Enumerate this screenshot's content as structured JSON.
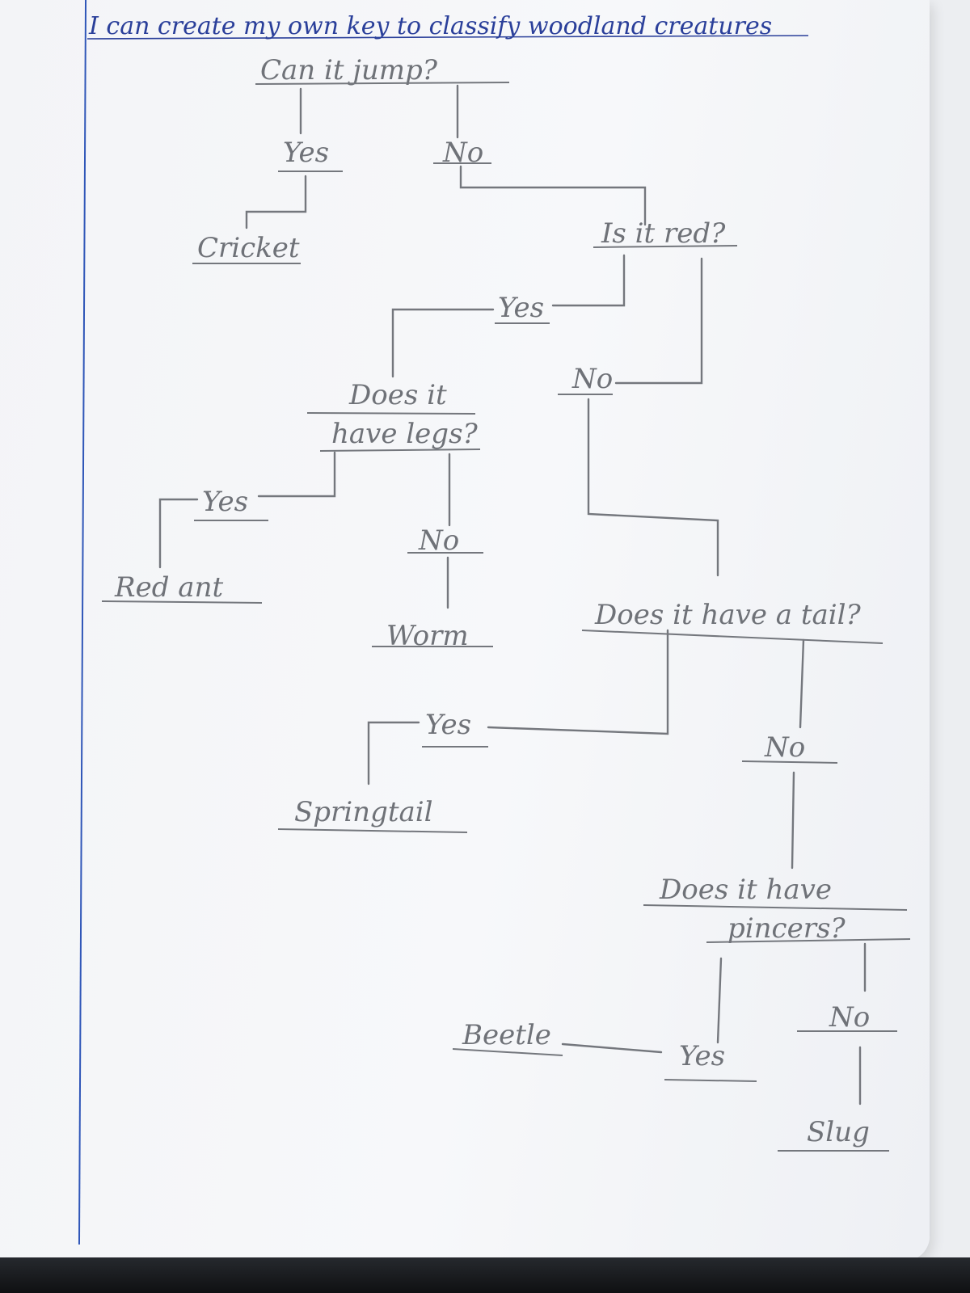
{
  "page": {
    "title": "I can create my own key to classify woodland creatures"
  },
  "colors": {
    "paper": "#f3f4f7",
    "pencil": "#74777d",
    "ink": "#2a3f9a",
    "margin": "#2f56b8"
  },
  "key": {
    "q1": "Can it jump?",
    "q1_yes": "Yes",
    "q1_no": "No",
    "cricket": "Cricket",
    "q2": "Is it red?",
    "q2_yes": "Yes",
    "q2_no": "No",
    "q3_line1": "Does it",
    "q3_line2": "have legs?",
    "q3_yes": "Yes",
    "q3_no": "No",
    "red_ant": "Red ant",
    "worm": "Worm",
    "q4": "Does it have a tail?",
    "q4_yes": "Yes",
    "q4_no": "No",
    "springtail": "Springtail",
    "q5_line1": "Does it have",
    "q5_line2": "pincers?",
    "q5_yes": "Yes",
    "q5_no": "No",
    "beetle": "Beetle",
    "slug": "Slug"
  }
}
